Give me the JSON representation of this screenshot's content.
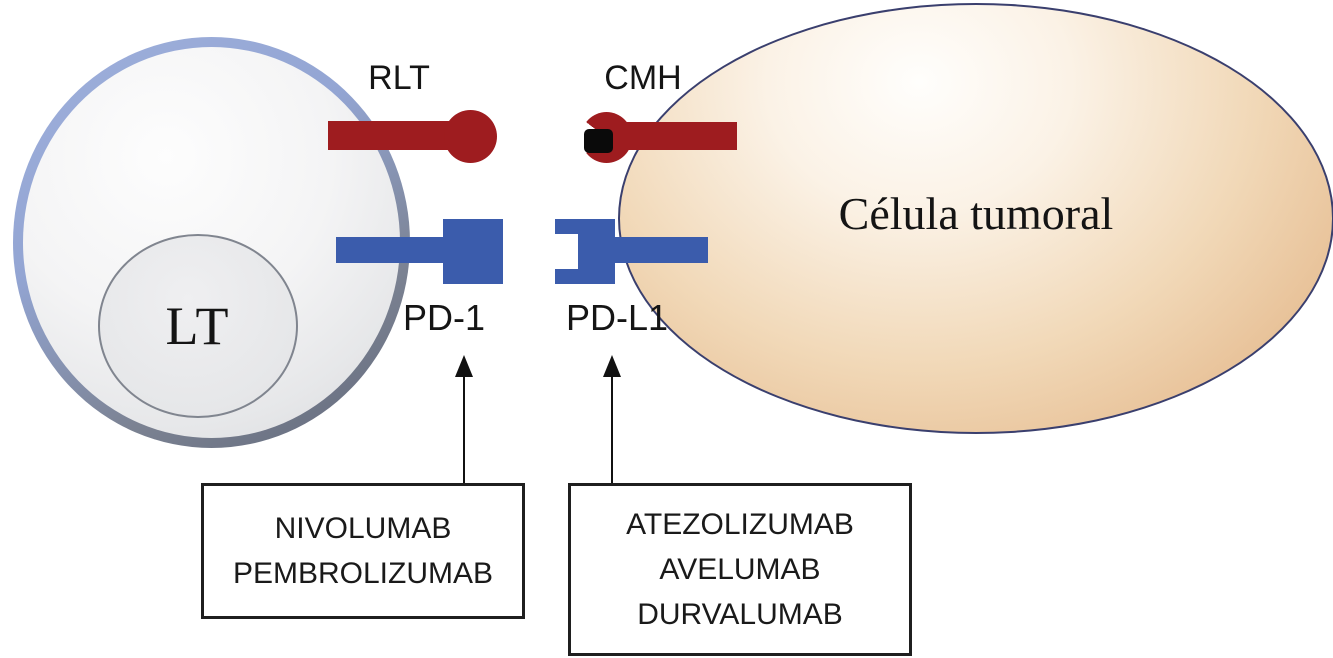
{
  "diagram": {
    "title_context": "PD-1 / PD-L1 immune checkpoint diagram",
    "t_cell": {
      "label": "LT"
    },
    "tumor_cell": {
      "label": "Célula tumoral"
    },
    "receptors": {
      "rlt": {
        "label": "RLT"
      },
      "cmh": {
        "label": "CMH"
      },
      "pd1": {
        "label": "PD-1"
      },
      "pdl1": {
        "label": "PD-L1"
      }
    },
    "drug_boxes": {
      "pd1_inhibitors": {
        "target": "PD-1",
        "lines": [
          "NIVOLUMAB",
          "PEMBROLIZUMAB"
        ]
      },
      "pdl1_inhibitors": {
        "target": "PD-L1",
        "lines": [
          "ATEZOLIZUMAB",
          "AVELUMAB",
          "DURVALUMAB"
        ]
      }
    },
    "colors": {
      "receptor_red": "#9E1C1F",
      "receptor_blue": "#3B5CAC",
      "antigen_black": "#0A0A0A",
      "tumor_fill_light": "#FEFBF7",
      "tumor_fill_dark": "#E0AF81",
      "tumor_border": "#3A3F6E",
      "tcell_border_light": "#9FB0DC",
      "tcell_border_dark": "#61687A",
      "tcell_fill": "#EDEDEF",
      "box_border": "#1F1F1F",
      "text": "#1A1A1A"
    }
  }
}
